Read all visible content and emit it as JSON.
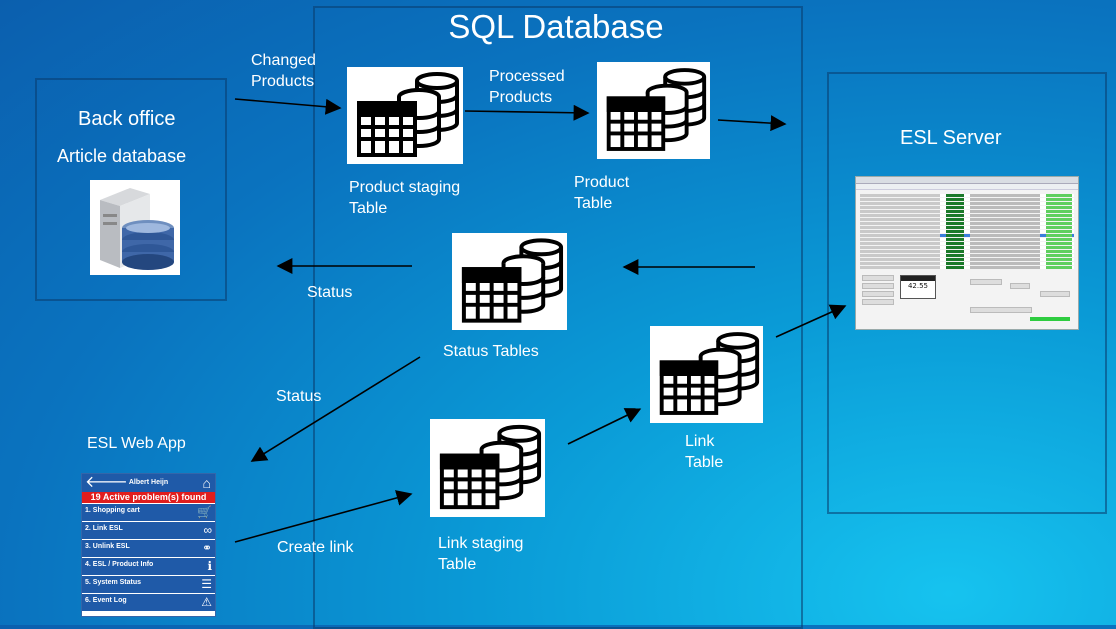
{
  "title": "SQL Database",
  "back_office": {
    "title": "Back office",
    "subtitle": "Article database"
  },
  "esl_server": {
    "title": "ESL Server"
  },
  "labels": {
    "changed_products": "Changed\nProducts",
    "processed_products": "Processed\nProducts",
    "product_staging_table": "Product staging\nTable",
    "product_table": "Product\nTable",
    "status_tables": "Status Tables",
    "status_left": "Status",
    "status_lower": "Status",
    "link_table": "Link\nTable",
    "link_staging_table": "Link staging\nTable",
    "create_link": "Create link"
  },
  "web_app": {
    "title": "ESL Web App",
    "store": "Albert Heijn",
    "alert": "19 Active problem(s) found",
    "items": [
      {
        "label": "1. Shopping cart",
        "icon": "cart-icon"
      },
      {
        "label": "2. Link ESL",
        "icon": "link-icon"
      },
      {
        "label": "3. Unlink ESL",
        "icon": "unlink-icon"
      },
      {
        "label": "4. ESL / Product Info",
        "icon": "info-icon"
      },
      {
        "label": "5. System Status",
        "icon": "server-status-icon"
      },
      {
        "label": "6. Event Log",
        "icon": "warning-icon"
      }
    ]
  },
  "esl_screenshot": {
    "price": "42.55"
  },
  "colors": {
    "background_top": "#0b5fae",
    "background_bottom": "#16c3ef",
    "app_blue": "#1f5aa8",
    "alert_red": "#e01d1d"
  }
}
